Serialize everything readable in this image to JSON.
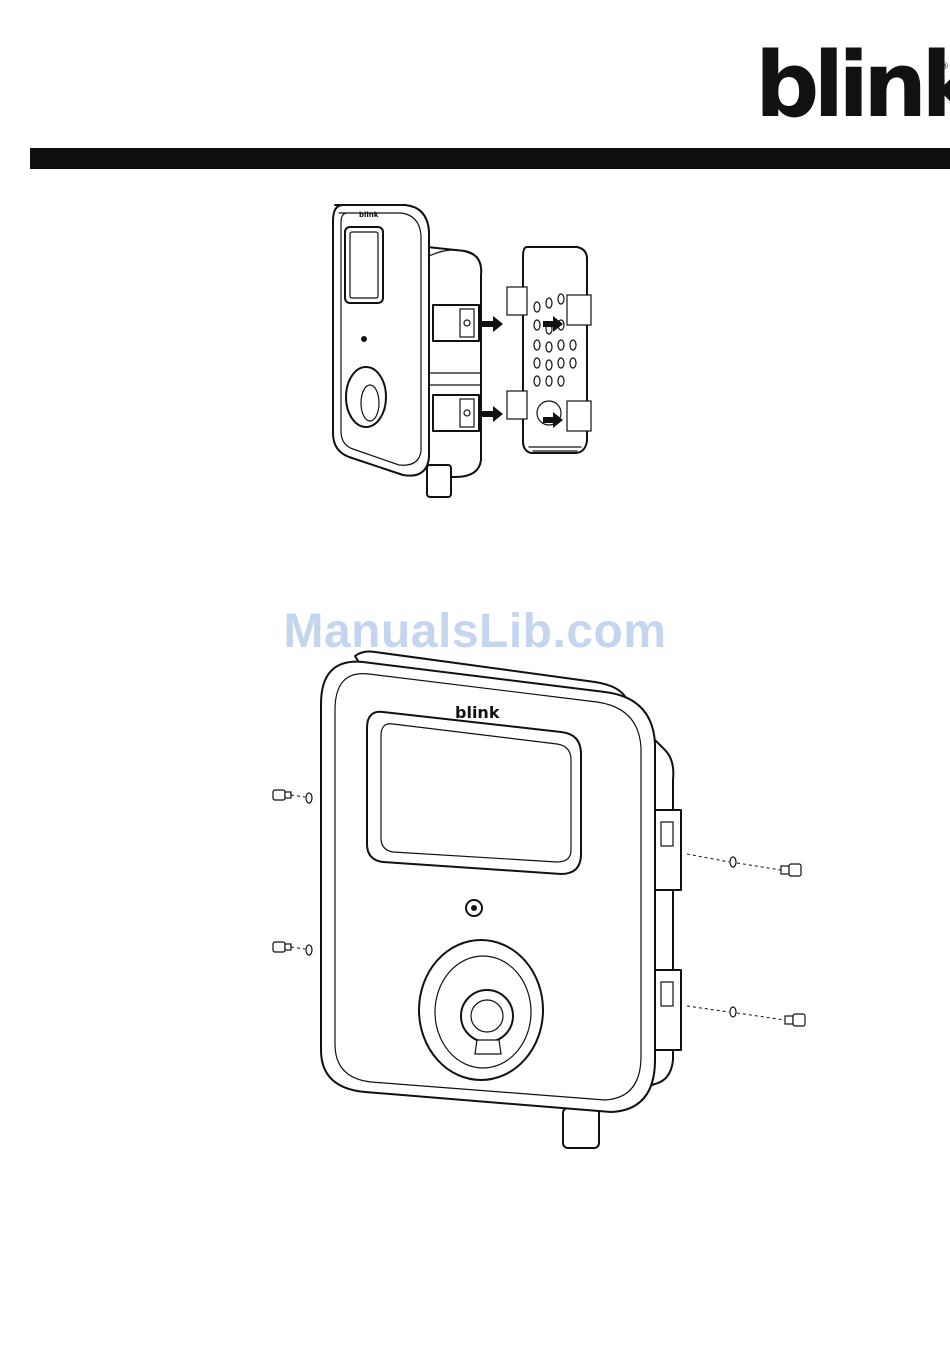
{
  "brand": {
    "logo_text": "blink",
    "registered_mark": "®",
    "device_logo_text": "blink"
  },
  "watermark": {
    "text": "ManualsLib.com"
  },
  "colors": {
    "header_bar": "#0f0f0f",
    "watermark": "#c6d5ee",
    "line_art": "#111111"
  }
}
